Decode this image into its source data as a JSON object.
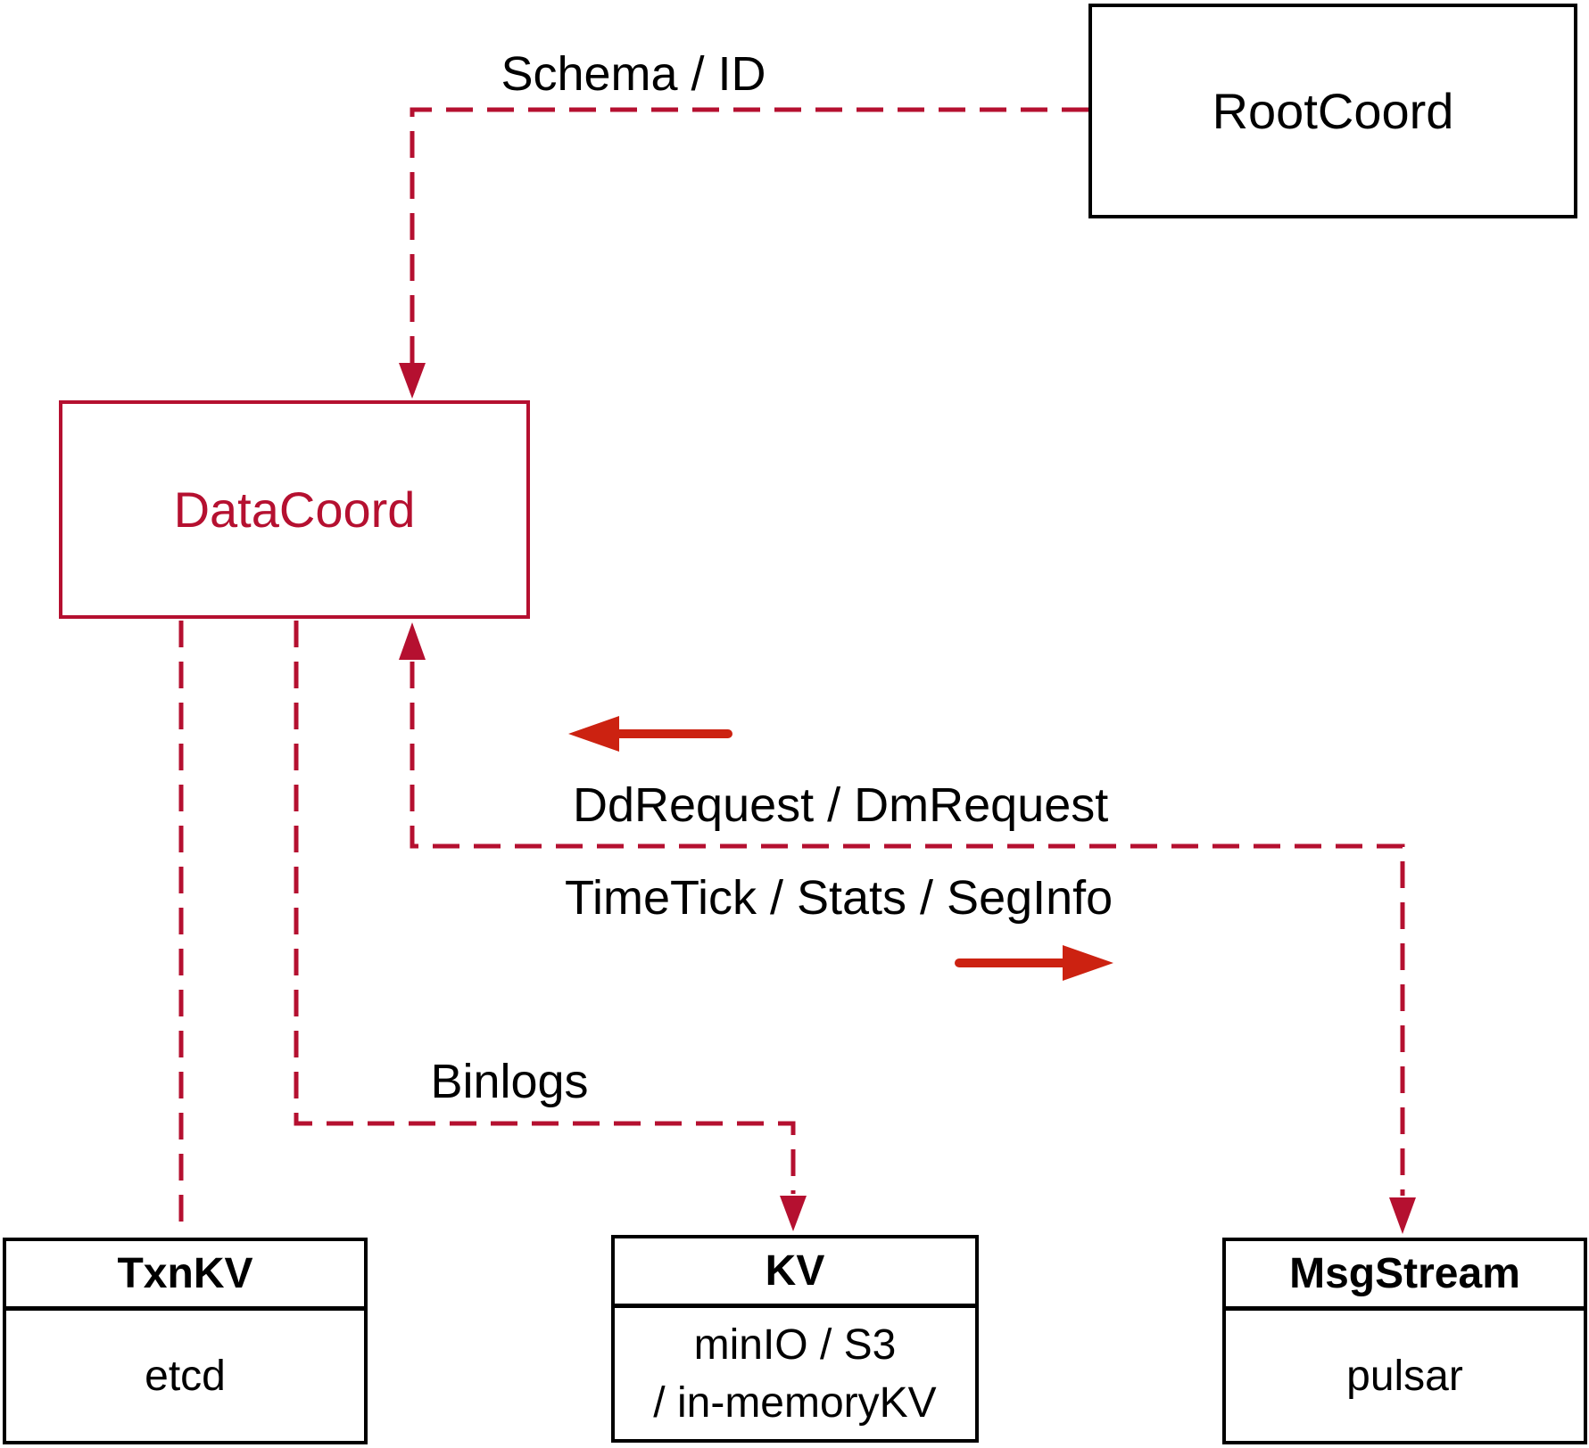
{
  "diagram": {
    "nodes": {
      "rootcoord": {
        "label": "RootCoord"
      },
      "datacoord": {
        "label": "DataCoord"
      },
      "txnkv": {
        "title": "TxnKV",
        "body": "etcd"
      },
      "kv": {
        "title": "KV",
        "body_line1": "minIO / S3",
        "body_line2": "/ in-memoryKV"
      },
      "msgstream": {
        "title": "MsgStream",
        "body": "pulsar"
      }
    },
    "edge_labels": {
      "schema_id": "Schema / ID",
      "dd_dm_request": "DdRequest / DmRequest",
      "timetick_stats_seginfo": "TimeTick / Stats / SegInfo",
      "binlogs": "Binlogs"
    },
    "colors": {
      "crimson": "#B51030",
      "arrow_red": "#CC2211",
      "box_black": "#000000",
      "background": "#FFFFFF"
    }
  }
}
